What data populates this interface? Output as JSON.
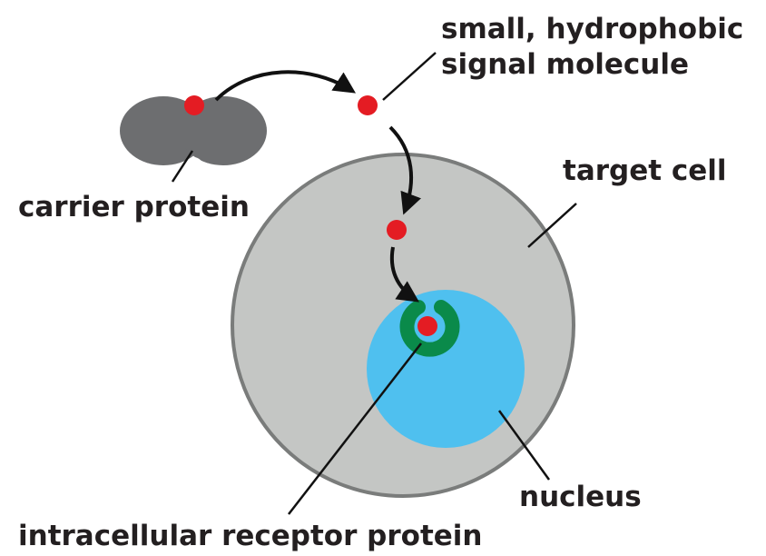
{
  "labels": {
    "signal_line1": "small, hydrophobic",
    "signal_line2": "signal molecule",
    "carrier_protein": "carrier protein",
    "target_cell": "target cell",
    "nucleus": "nucleus",
    "receptor": "intracellular receptor protein"
  },
  "colors": {
    "carrier_protein": "#6d6e70",
    "target_cell_fill": "#c4c6c4",
    "target_cell_stroke": "#7a7c7b",
    "nucleus": "#4fc0ef",
    "receptor": "#0a8a4a",
    "signal_molecule": "#e41c23",
    "arrows": "#111111",
    "text": "#231f20"
  }
}
